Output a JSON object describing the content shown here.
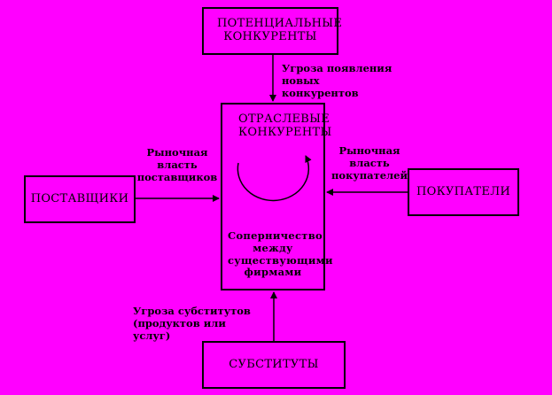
{
  "nodes": {
    "potential_competitors": "ПОТЕНЦИАЛЬНЫЕ КОНКУРЕНТЫ",
    "industry_competitors": "ОТРАСЛЕВЫЕ КОНКУРЕНТЫ",
    "rivalry": "Соперничество между существующими фирмами",
    "suppliers": "ПОСТАВЩИКИ",
    "buyers": "ПОКУПАТЕЛИ",
    "substitutes": "СУБСТИТУТЫ"
  },
  "labels": {
    "new_entrants_threat": "Угроза появления новых конкурентов",
    "suppliers_power": "Рыночная власть поставщиков",
    "buyers_power": "Рыночная власть покупателей",
    "substitutes_threat": "Угроза субститутов (продуктов или услуг)"
  },
  "colors": {
    "background": "#ff00ff",
    "line": "#000000"
  }
}
